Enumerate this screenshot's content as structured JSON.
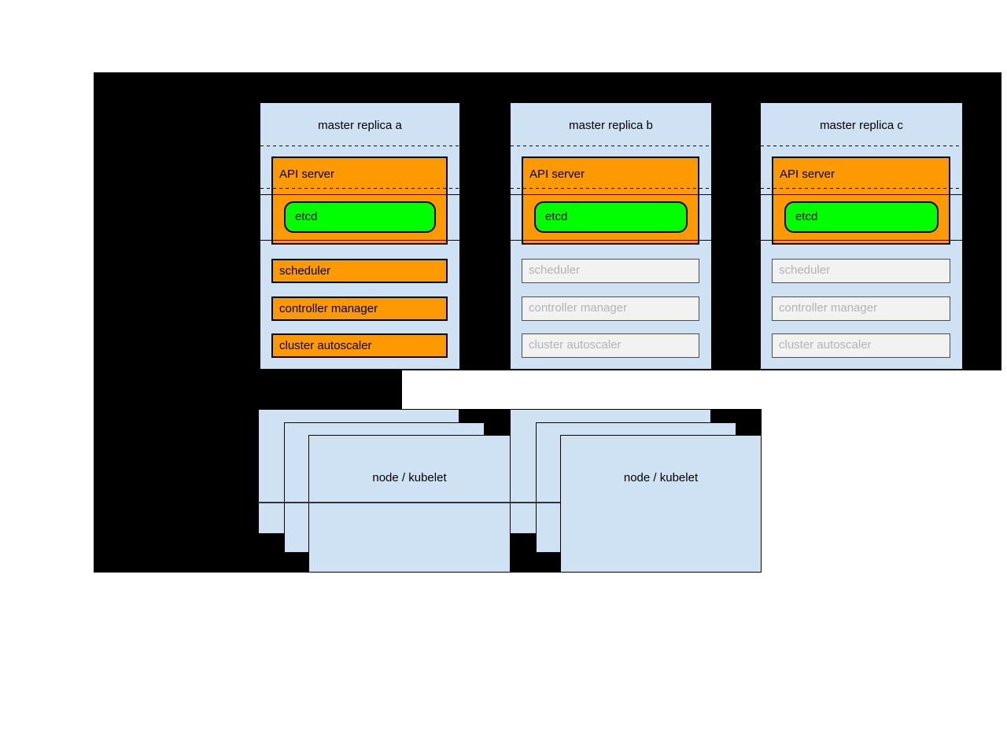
{
  "diagram": {
    "masters": [
      {
        "title": "master replica a",
        "api_label": "API server",
        "etcd_label": "etcd",
        "components": [
          "scheduler",
          "controller manager",
          "cluster autoscaler"
        ],
        "state": "active"
      },
      {
        "title": "master replica b",
        "api_label": "API server",
        "etcd_label": "etcd",
        "components": [
          "scheduler",
          "controller manager",
          "cluster autoscaler"
        ],
        "state": "standby"
      },
      {
        "title": "master replica c",
        "api_label": "API server",
        "etcd_label": "etcd",
        "components": [
          "scheduler",
          "controller manager",
          "cluster autoscaler"
        ],
        "state": "standby"
      }
    ],
    "node_stacks": [
      {
        "label": "node / kubelet"
      },
      {
        "label": "node / kubelet"
      }
    ],
    "colors": {
      "background": "#000000",
      "box_blue": "#cfe2f3",
      "active_orange": "#ff9900",
      "etcd_green": "#00ff00",
      "inactive_fill": "#f2f2f2",
      "inactive_text": "#b3b3b3"
    }
  }
}
